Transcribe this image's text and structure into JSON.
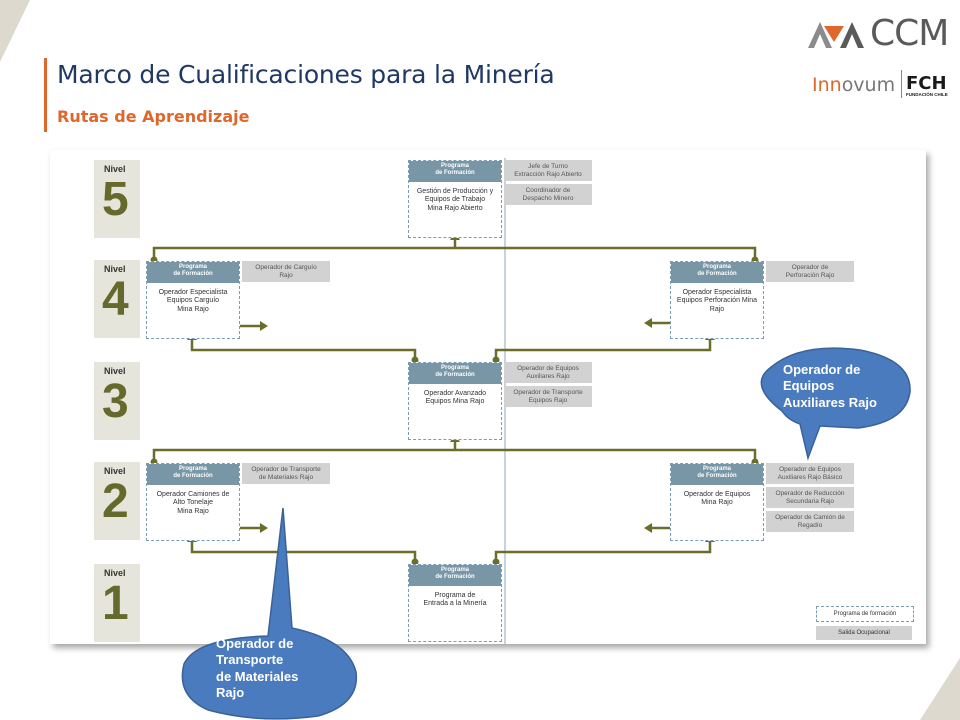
{
  "header": {
    "title": "Marco de Cualificaciones para la Minería",
    "subtitle": "Rutas de Aprendizaje"
  },
  "logos": {
    "ccm": "CCM",
    "innovum_prefix": "Inn",
    "innovum_rest": "ovum",
    "fch": "FCH",
    "fch_sub": "FUNDACIÓN CHILE"
  },
  "colors": {
    "accent_orange": "#e0672b",
    "title_navy": "#1f3864",
    "path_olive": "#6b6e2a",
    "program_header": "#7896a6",
    "job_gray": "#d2d2d2",
    "callout_blue": "#4a7bbf"
  },
  "levels": [
    {
      "label": "Nivel",
      "number": "5"
    },
    {
      "label": "Nivel",
      "number": "4"
    },
    {
      "label": "Nivel",
      "number": "3"
    },
    {
      "label": "Nivel",
      "number": "2"
    },
    {
      "label": "Nivel",
      "number": "1"
    }
  ],
  "program_header": "Programa\nde Formación",
  "programs": {
    "n5": "Gestión de Producción y\nEquipos de Trabajo\nMina Rajo Abierto",
    "n4_left": "Operador Especialista\nEquipos Carguío\nMina Rajo",
    "n4_right": "Operador Especialista\nEquipos Perforación Mina\nRajo",
    "n3": "Operador Avanzado\nEquipos Mina Rajo",
    "n2_left": "Operador Camiones de\nAlto Tonelaje\nMina Rajo",
    "n2_right": "Operador de Equipos\nMina Rajo",
    "n1": "Programa de\nEntrada a la Minería"
  },
  "jobs": {
    "n5_a": "Jefe de Turno\nExtracción Rajo Abierto",
    "n5_b": "Coordinador de\nDespacho Minero",
    "n4_left": "Operador de Carguío\nRajo",
    "n4_right": "Operador de\nPerforación Rajo",
    "n3_a": "Operador de Equipos\nAuxiliares Rajo",
    "n3_b": "Operador de Transporte\nEquipos Rajo",
    "n2_left": "Operador de Transporte\nde Materiales Rajo",
    "n2_right_a": "Operador de Equipos\nAuxiliares Rajo Básico",
    "n2_right_b": "Operador de Reducción\nSecundaria Rajo",
    "n2_right_c": "Operador de Camión de\nRegadío"
  },
  "legend": {
    "program": "Programa de formación",
    "job": "Salida Ocupacional"
  },
  "callouts": {
    "right": "Operador de\nEquipos\nAuxiliares Rajo",
    "bottom": "Operador de\nTransporte\nde Materiales\nRajo"
  }
}
